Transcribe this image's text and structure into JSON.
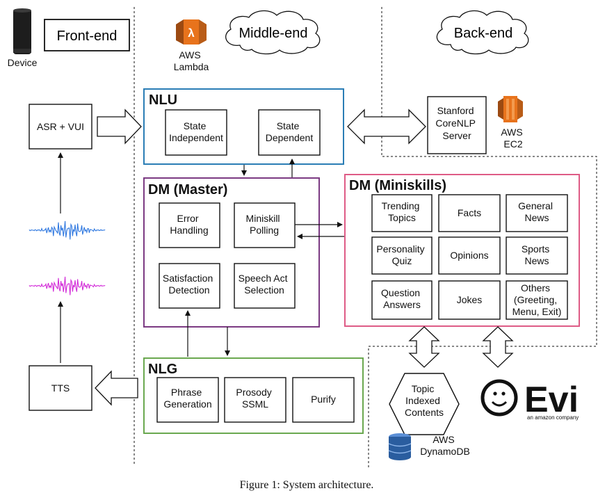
{
  "colors": {
    "nlu": "#2a7db5",
    "master": "#7b3a82",
    "miniskills": "#de5b86",
    "nlg": "#6aa84f",
    "aws": "#e8731c",
    "dynamo": "#2a5d9f",
    "asr_wave": "#2f78e0",
    "tts_wave": "#d22ad8"
  },
  "header": {
    "device": "Device",
    "frontend": "Front-end",
    "middleend": "Middle-end",
    "backend": "Back-end",
    "aws_lambda": [
      "AWS",
      "Lambda"
    ]
  },
  "front": {
    "asr": "ASR + VUI",
    "tts": "TTS"
  },
  "nlu": {
    "title": "NLU",
    "state_independent": [
      "State",
      "Independent"
    ],
    "state_dependent": [
      "State",
      "Dependent"
    ]
  },
  "stanford": [
    "Stanford",
    "CoreNLP",
    "Server"
  ],
  "aws_ec2": [
    "AWS",
    "EC2"
  ],
  "master": {
    "title": "DM (Master)",
    "error_handling": [
      "Error",
      "Handling"
    ],
    "miniskill_polling": [
      "Miniskill",
      "Polling"
    ],
    "satisfaction_detection": [
      "Satisfaction",
      "Detection"
    ],
    "speech_act_selection": [
      "Speech Act",
      "Selection"
    ]
  },
  "miniskills": {
    "title": "DM (Miniskills)",
    "trending_topics": [
      "Trending",
      "Topics"
    ],
    "facts": [
      "Facts"
    ],
    "general_news": [
      "General",
      "News"
    ],
    "personality_quiz": [
      "Personality",
      "Quiz"
    ],
    "opinions": [
      "Opinions"
    ],
    "sports_news": [
      "Sports",
      "News"
    ],
    "question_answers": [
      "Question",
      "Answers"
    ],
    "jokes": [
      "Jokes"
    ],
    "others": [
      "Others",
      "(Greeting,",
      "Menu, Exit)"
    ]
  },
  "nlg": {
    "title": "NLG",
    "phrase_generation": [
      "Phrase",
      "Generation"
    ],
    "prosody_ssml": [
      "Prosody",
      "SSML"
    ],
    "purify": [
      "Purify"
    ]
  },
  "topic_contents": [
    "Topic",
    "Indexed",
    "Contents"
  ],
  "aws_dynamodb": [
    "AWS",
    "DynamoDB"
  ],
  "evi": {
    "name": "Evi",
    "sub": "an amazon company"
  },
  "caption": "Figure 1: System architecture."
}
